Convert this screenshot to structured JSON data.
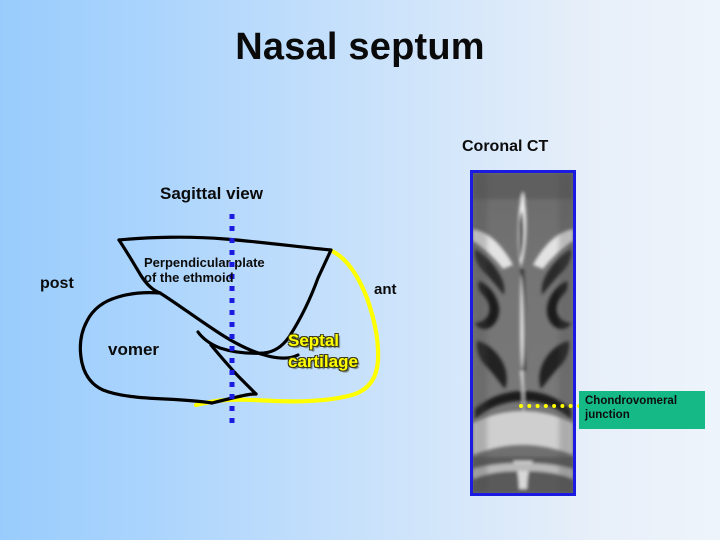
{
  "slide": {
    "title": "Nasal septum",
    "background": {
      "from_color": "#99ccfc",
      "to_color": "#eef4fb"
    }
  },
  "sagittal": {
    "heading": "Sagittal view",
    "orientation_posterior": "post",
    "orientation_anterior": "ant",
    "labels": {
      "ethmoid": "Perpendicular plate\nof the ethmoid",
      "vomer": "vomer",
      "septal_cartilage": "Septal\ncartilage"
    },
    "colors": {
      "outline": "#000000",
      "cartilage_outline": "#ffff00",
      "reference_line": "#1a1ae0"
    }
  },
  "coronal": {
    "heading": "Coronal CT",
    "frame_color": "#1a1ae0",
    "callout": {
      "text": "Chondrovomeral\njunction",
      "box_color": "#14b985",
      "leader_color": "#ffff00"
    }
  }
}
